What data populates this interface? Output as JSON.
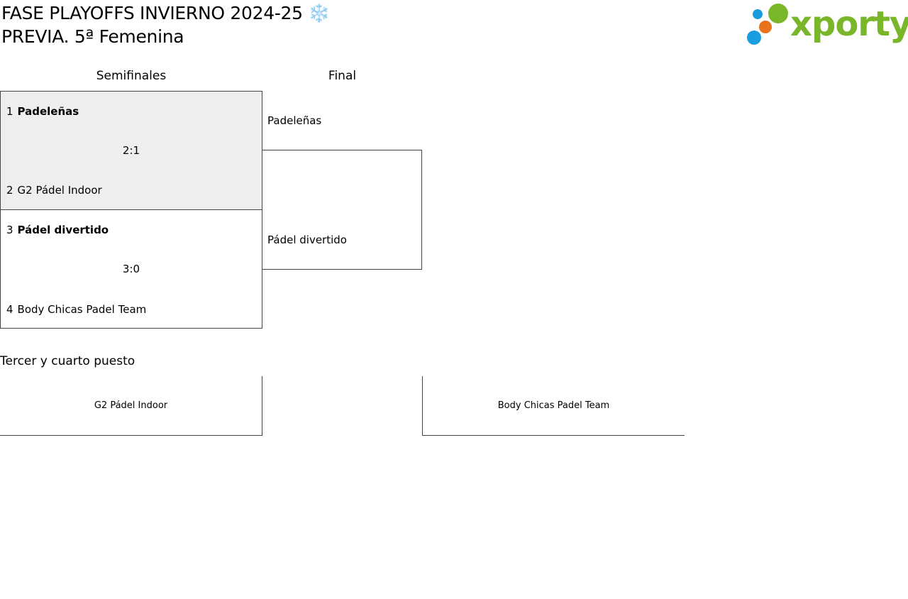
{
  "header": {
    "title_line1": "FASE PLAYOFFS INVIERNO 2024-25 ❄️",
    "title_line2": "PREVIA. 5ª Femenina",
    "logo_text": "xporty",
    "logo_colors": {
      "green": "#7ab62a",
      "orange": "#e8731c",
      "blue": "#1a9ce0"
    }
  },
  "rounds": {
    "semifinal_label": "Semifinales",
    "final_label": "Final"
  },
  "semifinals": [
    {
      "top_seed": "1",
      "top_team": "Padeleñas",
      "score": "2:1",
      "bottom_seed": "2",
      "bottom_team": "G2 Pádel Indoor",
      "winner": "top"
    },
    {
      "top_seed": "3",
      "top_team": "Pádel divertido",
      "score": "3:0",
      "bottom_seed": "4",
      "bottom_team": "Body Chicas Padel Team",
      "winner": "top"
    }
  ],
  "final": {
    "team_top": "Padeleñas",
    "team_bottom": "Pádel divertido"
  },
  "third_place": {
    "title": "Tercer y cuarto puesto",
    "team_left": "G2 Pádel Indoor",
    "team_right": "Body Chicas Padel Team"
  }
}
